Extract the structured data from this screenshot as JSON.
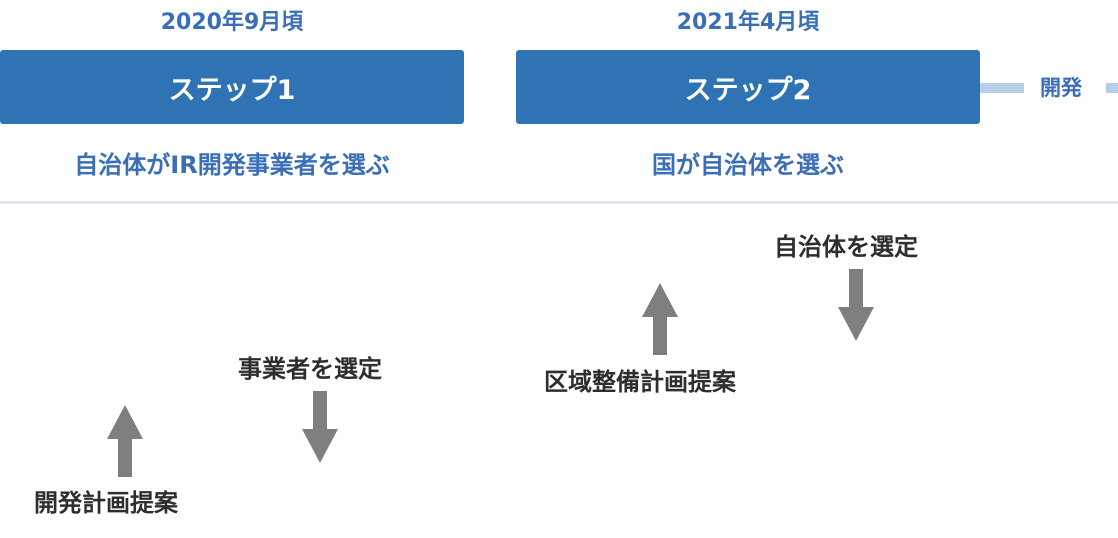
{
  "steps": [
    {
      "date": "2020年9月頃",
      "label": "ステップ1",
      "subtitle": "自治体がIR開発事業者を選ぶ"
    },
    {
      "date": "2021年4月頃",
      "label": "ステップ2",
      "subtitle": "国が自治体を選ぶ"
    }
  ],
  "next_label": "開発",
  "annotations": {
    "dev_plan_proposal": "開発計画提案",
    "operator_selection": "事業者を選定",
    "area_plan_proposal": "区域整備計画提案",
    "municipality_selection": "自治体を選定"
  },
  "colors": {
    "step_fill": "#2f73b5",
    "accent_text": "#3a6fb8",
    "connector": "#b8cde6",
    "arrow": "#7f7f7f"
  }
}
